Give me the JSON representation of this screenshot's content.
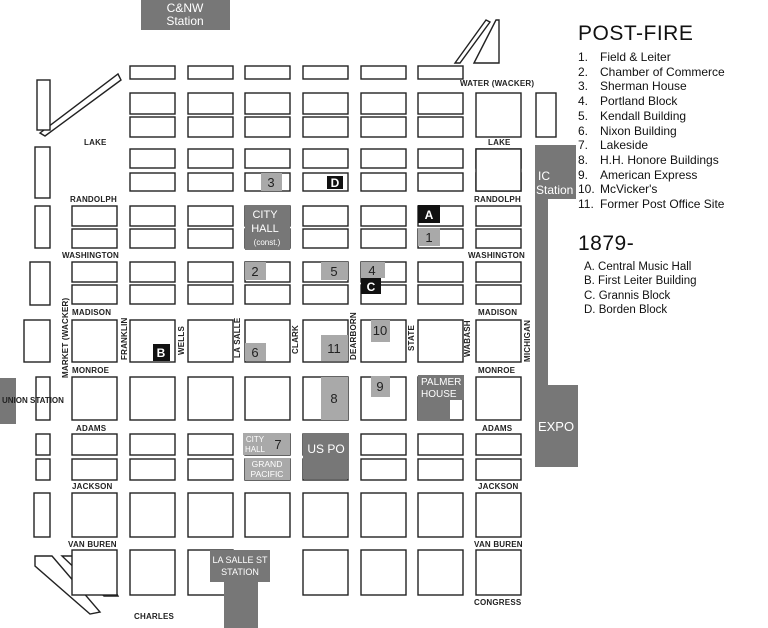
{
  "stations": {
    "cnw": [
      "C&NW",
      "Station"
    ],
    "ic": [
      "IC",
      "Station"
    ],
    "expo": "EXPO",
    "union": "UNION STATION",
    "lasalle": [
      "LA SALLE ST",
      "STATION"
    ]
  },
  "streets": {
    "water_wacker": "WATER (WACKER)",
    "lake": "LAKE",
    "randolph": "RANDOLPH",
    "washington": "WASHINGTON",
    "madison": "MADISON",
    "monroe": "MONROE",
    "adams": "ADAMS",
    "jackson": "JACKSON",
    "van_buren": "VAN BUREN",
    "congress": "CONGRESS",
    "charles": "CHARLES",
    "market_wacker": "MARKET (WACKER)",
    "franklin": "FRANKLIN",
    "wells": "WELLS",
    "la_salle": "LA SALLE",
    "clark": "CLARK",
    "dearborn": "DEARBORN",
    "state": "STATE",
    "wabash": "WABASH",
    "michigan": "MICHIGAN"
  },
  "map_labels": {
    "city_hall_const": [
      "CITY",
      "HALL",
      "(const.)"
    ],
    "city_hall": [
      "CITY",
      "HALL"
    ],
    "grand_pacific": [
      "GRAND",
      "PACIFIC"
    ],
    "us_po": "US PO",
    "palmer_house": [
      "PALMER",
      "HOUSE"
    ]
  },
  "markers": {
    "m1": "1",
    "m2": "2",
    "m3": "3",
    "m5": "5",
    "m4": "4",
    "m6": "6",
    "m7": "7",
    "m8": "8",
    "m9": "9",
    "m10": "10",
    "m11": "11",
    "mA": "A",
    "mB": "B",
    "mC": "C",
    "mD": "D"
  },
  "colors": {
    "light_marker": "#a9a9a9",
    "dark_marker": "#777777",
    "black_marker": "#111111"
  },
  "legend": {
    "post_fire_title": "POST-FIRE",
    "post_fire": [
      {
        "n": "1.",
        "name": "Field & Leiter"
      },
      {
        "n": "2.",
        "name": "Chamber of Commerce"
      },
      {
        "n": "3.",
        "name": "Sherman House"
      },
      {
        "n": "4.",
        "name": "Portland Block"
      },
      {
        "n": "5.",
        "name": "Kendall Building"
      },
      {
        "n": "6.",
        "name": "Nixon Building"
      },
      {
        "n": "7.",
        "name": "Lakeside"
      },
      {
        "n": "8.",
        "name": "H.H. Honore Buildings"
      },
      {
        "n": "9.",
        "name": "American Express"
      },
      {
        "n": "10.",
        "name": "McVicker's"
      },
      {
        "n": "11.",
        "name": "Former Post Office Site"
      }
    ],
    "later_title": "1879-",
    "later": [
      "A. Central Music Hall",
      "B. First Leiter Building",
      "C. Grannis Block",
      "D. Borden Block"
    ]
  }
}
